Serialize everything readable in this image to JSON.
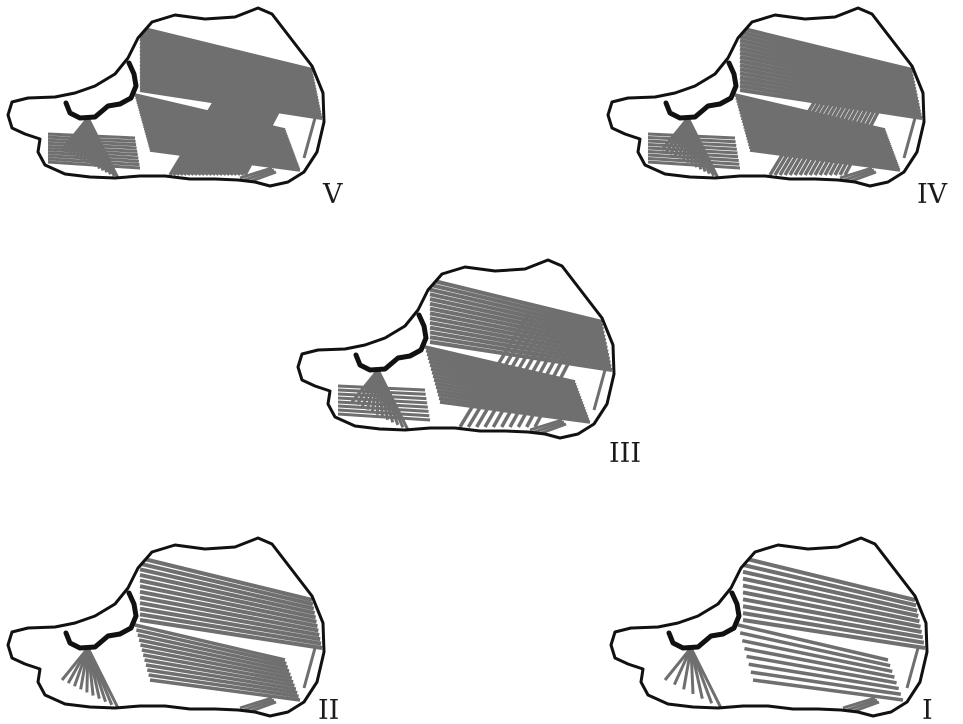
{
  "panels": [
    {
      "id": "V",
      "label": "V",
      "stage": 5
    },
    {
      "id": "IV",
      "label": "IV",
      "stage": 4
    },
    {
      "id": "III",
      "label": "III",
      "stage": 3
    },
    {
      "id": "II",
      "label": "II",
      "stage": 2
    },
    {
      "id": "I",
      "label": "I",
      "stage": 1
    }
  ],
  "colors": {
    "outline": "#111111",
    "fiber": "#6f6f6f",
    "background": "#ffffff"
  }
}
